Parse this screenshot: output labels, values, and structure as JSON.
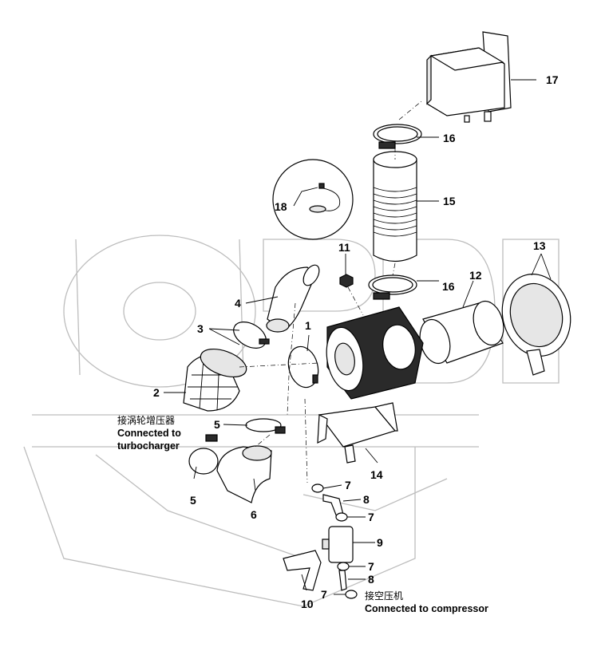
{
  "callouts": [
    {
      "id": "c17",
      "label": "17"
    },
    {
      "id": "c16a",
      "label": "16"
    },
    {
      "id": "c15",
      "label": "15"
    },
    {
      "id": "c18",
      "label": "18"
    },
    {
      "id": "c11",
      "label": "11"
    },
    {
      "id": "c16b",
      "label": "16"
    },
    {
      "id": "c12",
      "label": "12"
    },
    {
      "id": "c13",
      "label": "13"
    },
    {
      "id": "c4",
      "label": "4"
    },
    {
      "id": "c3",
      "label": "3"
    },
    {
      "id": "c1",
      "label": "1"
    },
    {
      "id": "c2",
      "label": "2"
    },
    {
      "id": "c5a",
      "label": "5"
    },
    {
      "id": "c5b",
      "label": "5"
    },
    {
      "id": "c6",
      "label": "6"
    },
    {
      "id": "c14",
      "label": "14"
    },
    {
      "id": "c7a",
      "label": "7"
    },
    {
      "id": "c8a",
      "label": "8"
    },
    {
      "id": "c7b",
      "label": "7"
    },
    {
      "id": "c9",
      "label": "9"
    },
    {
      "id": "c7c",
      "label": "7"
    },
    {
      "id": "c8b",
      "label": "8"
    },
    {
      "id": "c7d",
      "label": "7"
    },
    {
      "id": "c10",
      "label": "10"
    }
  ],
  "notes": {
    "turbo_cn": "接涡轮增压器",
    "turbo_en_line1": "Connected to",
    "turbo_en_line2": "turbocharger",
    "compressor_cn": "接空压机",
    "compressor_en": "Connected to compressor"
  },
  "watermark": "ORDIS"
}
